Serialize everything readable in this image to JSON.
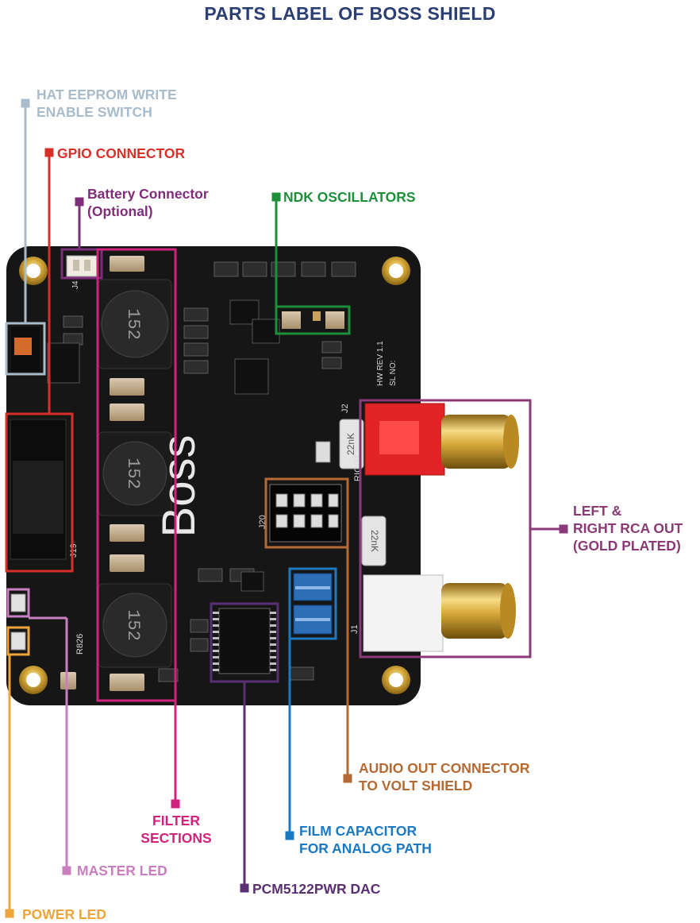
{
  "title": "PARTS LABEL OF BOSS SHIELD",
  "colors": {
    "title": "#2b3f75",
    "hat_eeprom": "#a9bccb",
    "gpio": "#d7302b",
    "battery": "#7f2c7a",
    "ndk": "#1d8f3a",
    "rca": "#8a3a76",
    "audio_out": "#b46a32",
    "film_cap": "#1a79c2",
    "dac": "#5b2f74",
    "filter": "#d0237c",
    "master_led": "#c97fbd",
    "power_led": "#f0a53a",
    "pcb": "#161616",
    "gold": "#c99a2c"
  },
  "labels": {
    "hat_eeprom": [
      "HAT EEPROM WRITE",
      "ENABLE SWITCH"
    ],
    "gpio": [
      "GPIO CONNECTOR"
    ],
    "battery": [
      "Battery Connector",
      "(Optional)"
    ],
    "ndk": [
      "NDK OSCILLATORS"
    ],
    "rca": [
      "LEFT &",
      "RIGHT RCA OUT",
      "(GOLD PLATED)"
    ],
    "audio_out": [
      "AUDIO OUT CONNECTOR",
      "TO VOLT SHIELD"
    ],
    "film_cap": [
      "FILM CAPACITOR",
      "FOR ANALOG PATH"
    ],
    "dac": [
      "PCM5122PWR DAC"
    ],
    "filter": [
      "FILTER",
      "SECTIONS"
    ],
    "master_led": [
      "MASTER LED"
    ],
    "power_led": [
      "POWER LED"
    ]
  },
  "board": {
    "logo": "Boss",
    "inductor_code": "152",
    "capacitor_value": "22nK",
    "silkscreen": {
      "j2": "J2",
      "j1": "J1",
      "j20": "J20",
      "j19": "J19",
      "right": "RIGHT",
      "hw_rev": "HW REV 1.1",
      "sl_no": "SL NO:",
      "r826": "R826",
      "j4": "J4"
    }
  }
}
